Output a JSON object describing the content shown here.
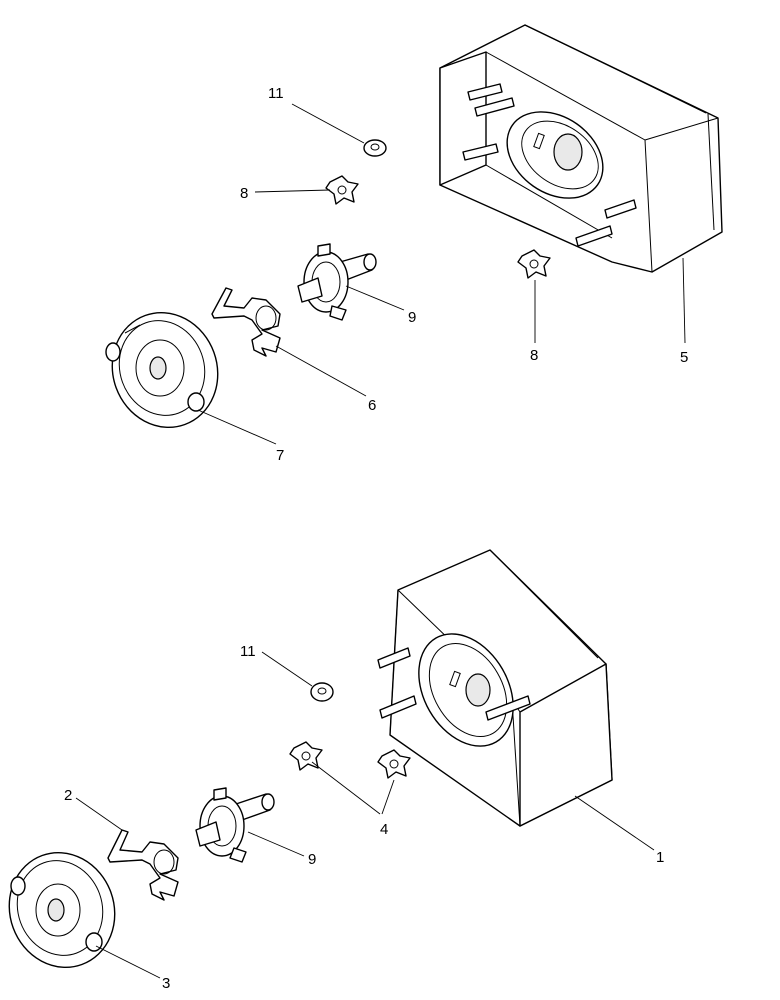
{
  "callouts": {
    "top_11": "11",
    "top_8_left": "8",
    "top_9": "9",
    "top_6": "6",
    "top_7": "7",
    "top_8_right": "8",
    "top_5": "5",
    "bottom_11": "11",
    "bottom_2": "2",
    "bottom_9": "9",
    "bottom_4": "4",
    "bottom_1": "1",
    "bottom_3": "3"
  }
}
